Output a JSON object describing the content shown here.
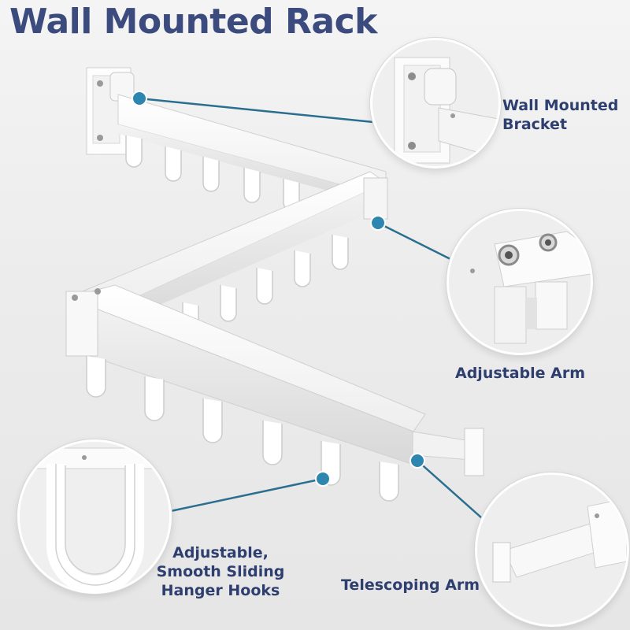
{
  "title": "Wall Mounted Rack",
  "callouts": {
    "bracket": {
      "line1": "Wall Mounted",
      "line2": "Bracket"
    },
    "arm": {
      "text": "Adjustable Arm"
    },
    "hooks": {
      "line1": "Adjustable,",
      "line2": "Smooth Sliding",
      "line3": "Hanger Hooks"
    },
    "telescoping": {
      "text": "Telescoping Arm"
    }
  },
  "colors": {
    "title": "#3b4b7d",
    "label": "#2e3f6f",
    "leader": "#2a6f8f",
    "dot": "#2d86b0",
    "metal": "#ffffff",
    "metal_shadow": "#d4d4d4"
  }
}
